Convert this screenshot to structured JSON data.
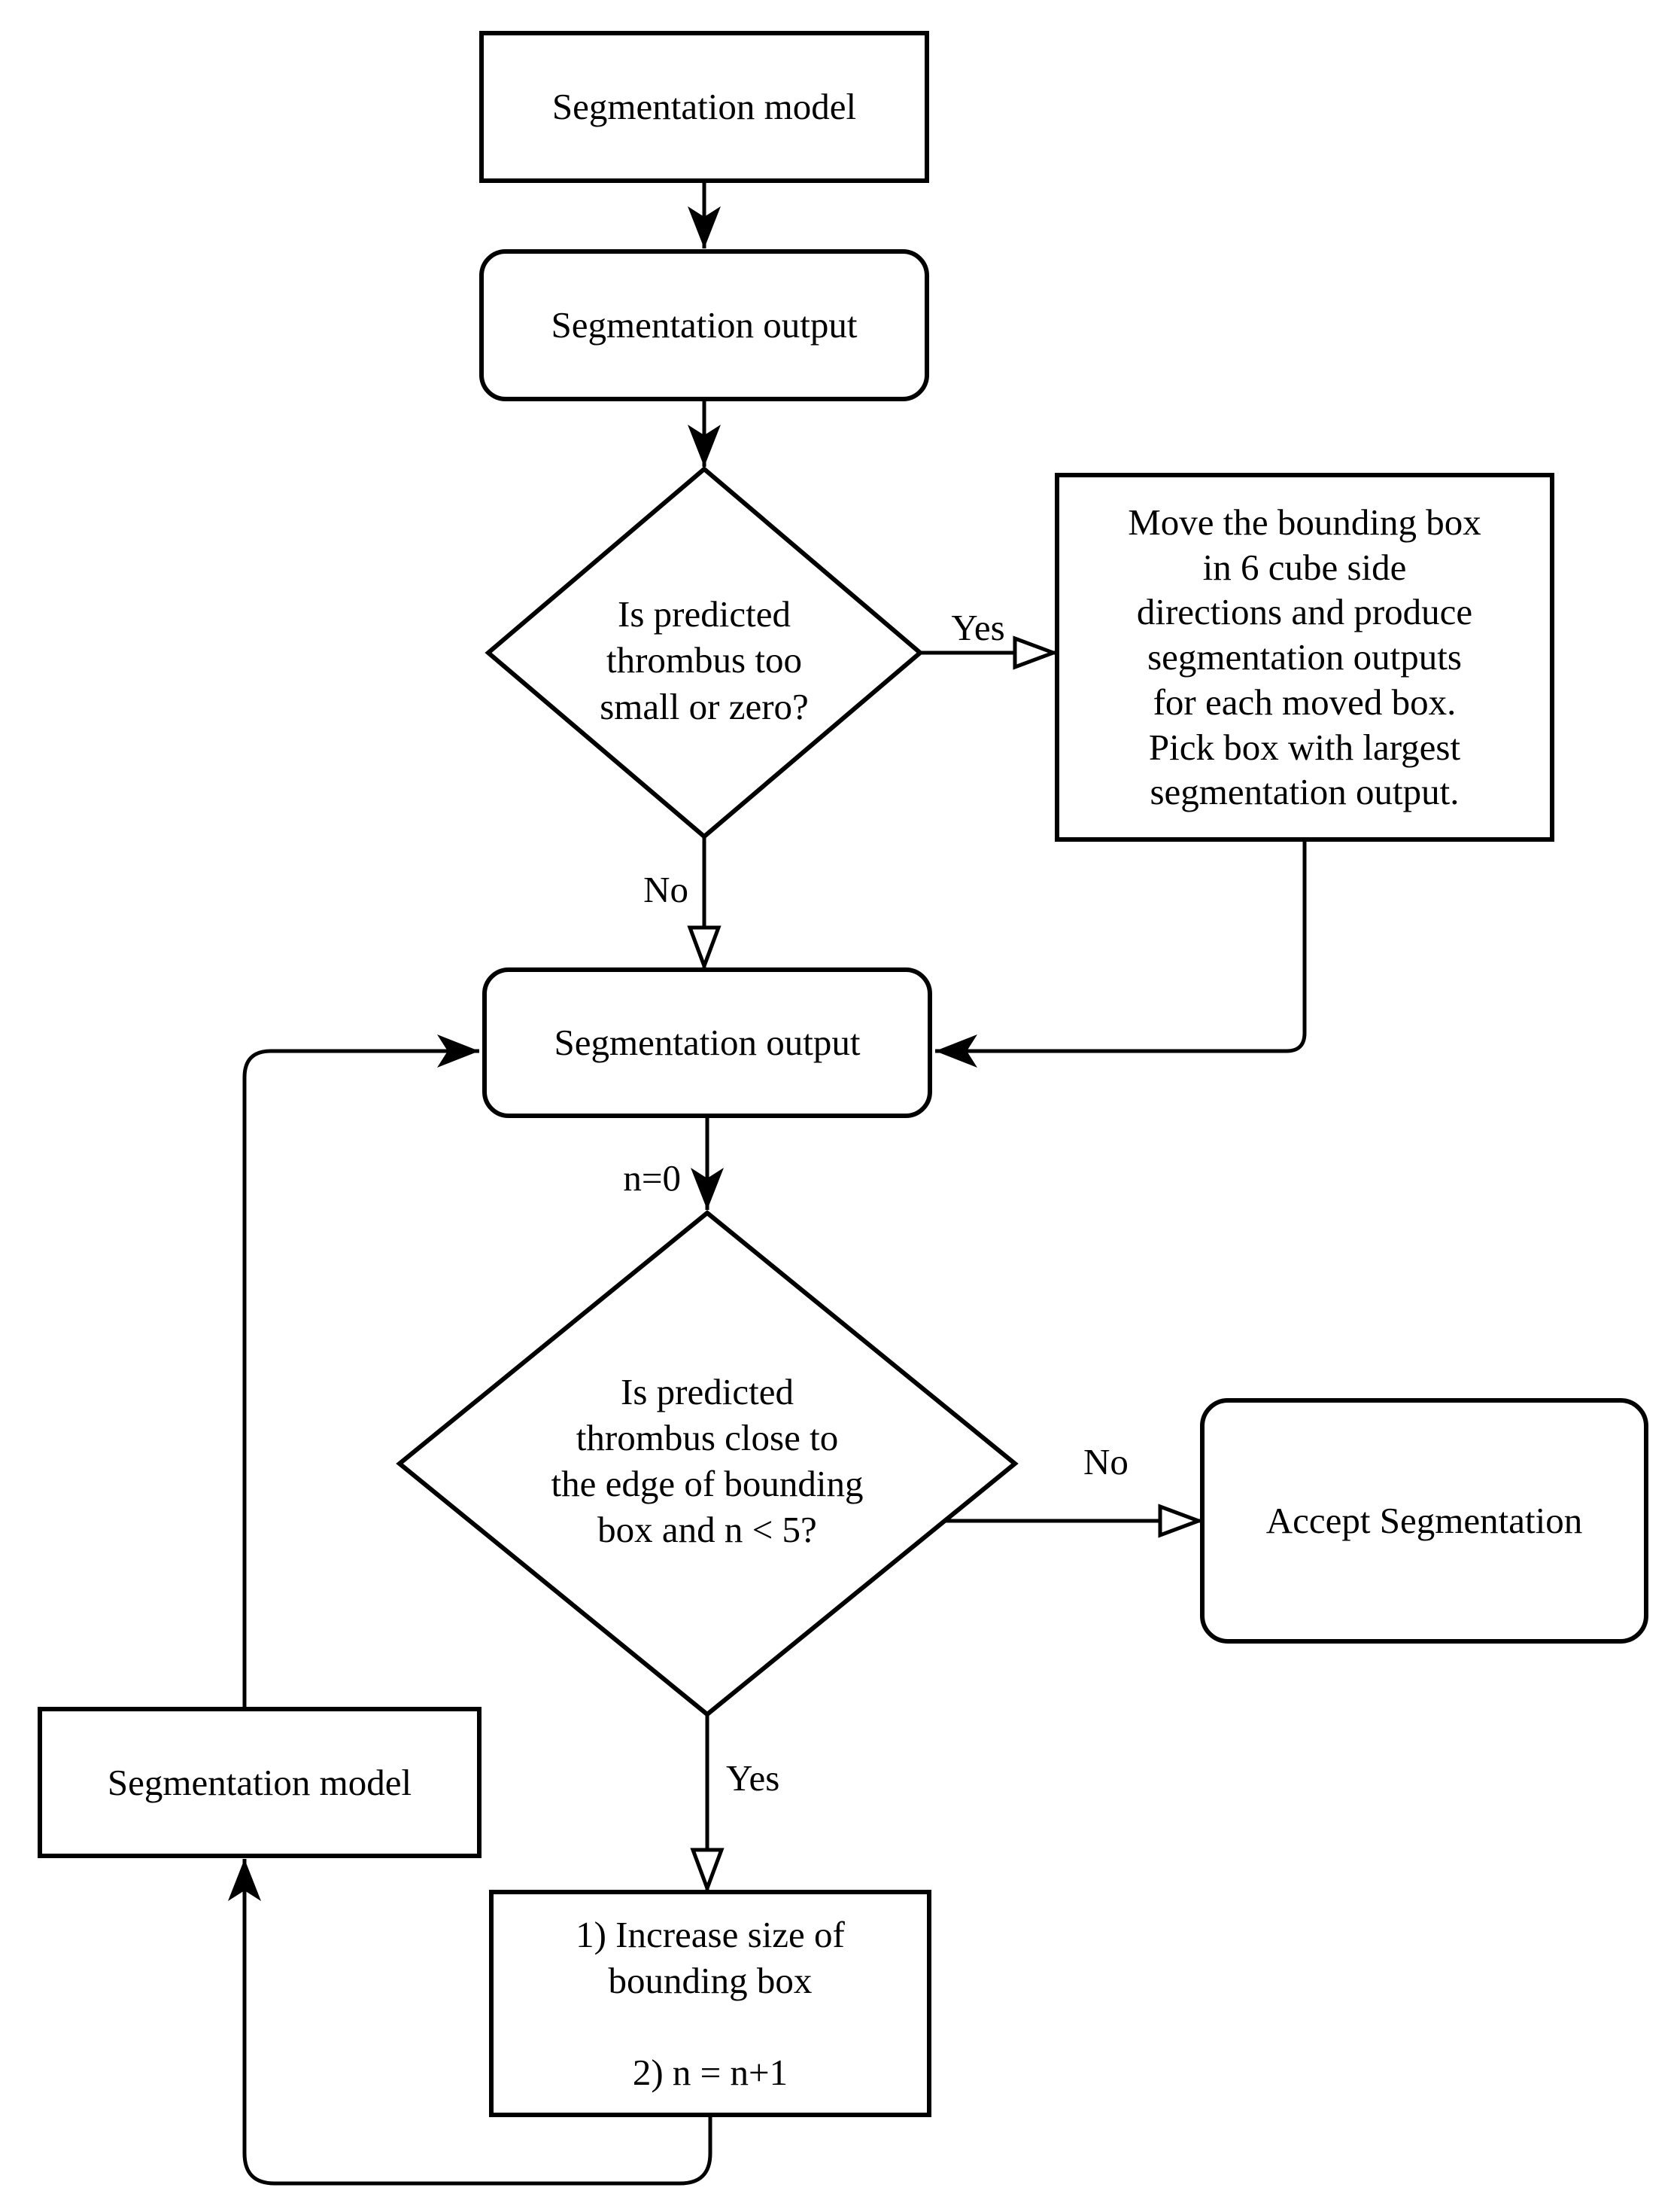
{
  "nodes": {
    "segmentation_model_top": {
      "label": "Segmentation model",
      "shape": "rectangle"
    },
    "segmentation_output_top": {
      "label": "Segmentation output",
      "shape": "rounded-rectangle"
    },
    "decision_too_small": {
      "label": "Is predicted\nthrombus too\nsmall or zero?",
      "shape": "diamond"
    },
    "move_bounding_box": {
      "label": "Move the bounding box\nin 6 cube side\ndirections and produce\nsegmentation outputs\nfor each moved box.\nPick box with largest\nsegmentation output.",
      "shape": "rectangle"
    },
    "segmentation_output_mid": {
      "label": "Segmentation output",
      "shape": "rounded-rectangle"
    },
    "decision_close_to_edge": {
      "label": "Is predicted\nthrombus close to\nthe edge of bounding\nbox and n < 5?",
      "shape": "diamond"
    },
    "accept_segmentation": {
      "label": "Accept Segmentation",
      "shape": "rounded-rectangle"
    },
    "segmentation_model_loop": {
      "label": "Segmentation model",
      "shape": "rectangle"
    },
    "increase_box": {
      "label": "1) Increase size of\nbounding box\n\n2) n = n+1",
      "shape": "rectangle"
    }
  },
  "edge_labels": {
    "yes_too_small": "Yes",
    "no_too_small": "No",
    "n_init": "n=0",
    "no_close_edge": "No",
    "yes_close_edge": "Yes"
  },
  "colors": {
    "stroke": "#000000",
    "background": "#ffffff"
  }
}
